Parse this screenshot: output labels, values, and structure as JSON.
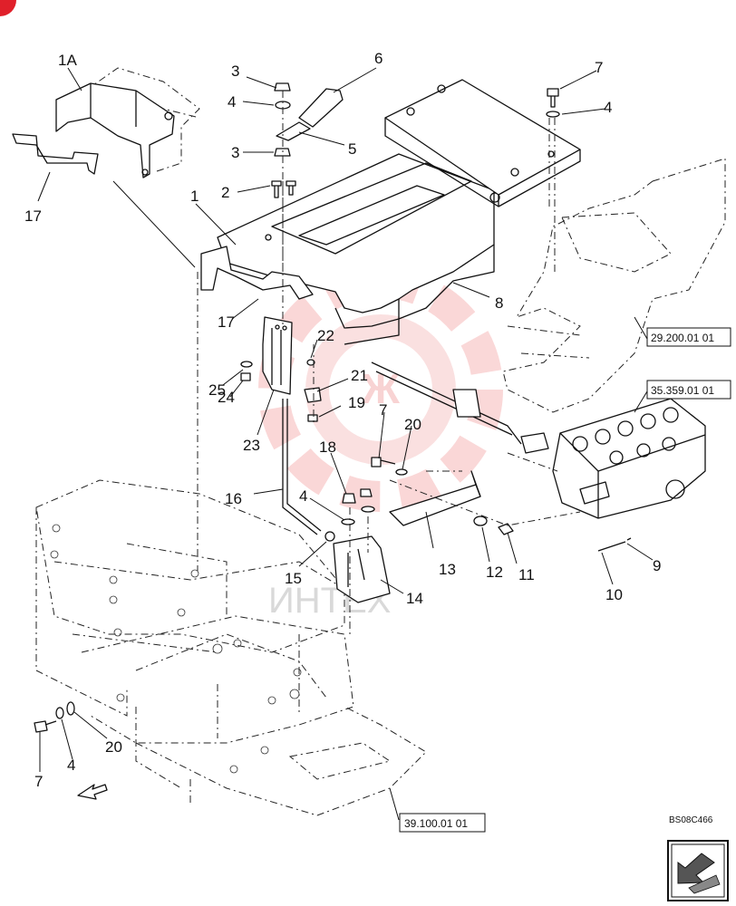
{
  "diagram": {
    "code": "BS08C466",
    "watermark": "ИНТЕХ",
    "callouts": [
      "1A",
      "1",
      "2",
      "3",
      "3",
      "4",
      "4",
      "4",
      "4",
      "5",
      "6",
      "7",
      "7",
      "7",
      "8",
      "9",
      "10",
      "11",
      "12",
      "13",
      "14",
      "15",
      "16",
      "17",
      "17",
      "18",
      "19",
      "20",
      "20",
      "21",
      "22",
      "23",
      "24",
      "25"
    ],
    "refs": [
      "29.200.01 01",
      "35.359.01 01",
      "39.100.01 01"
    ]
  },
  "colors": {
    "watermark": "#f6c1c1",
    "corner_mark": "#e0202a",
    "line": "#111111"
  },
  "icons": {
    "nav_arrow": "arrow-icon",
    "front_arrow": "direction-arrow-icon"
  }
}
